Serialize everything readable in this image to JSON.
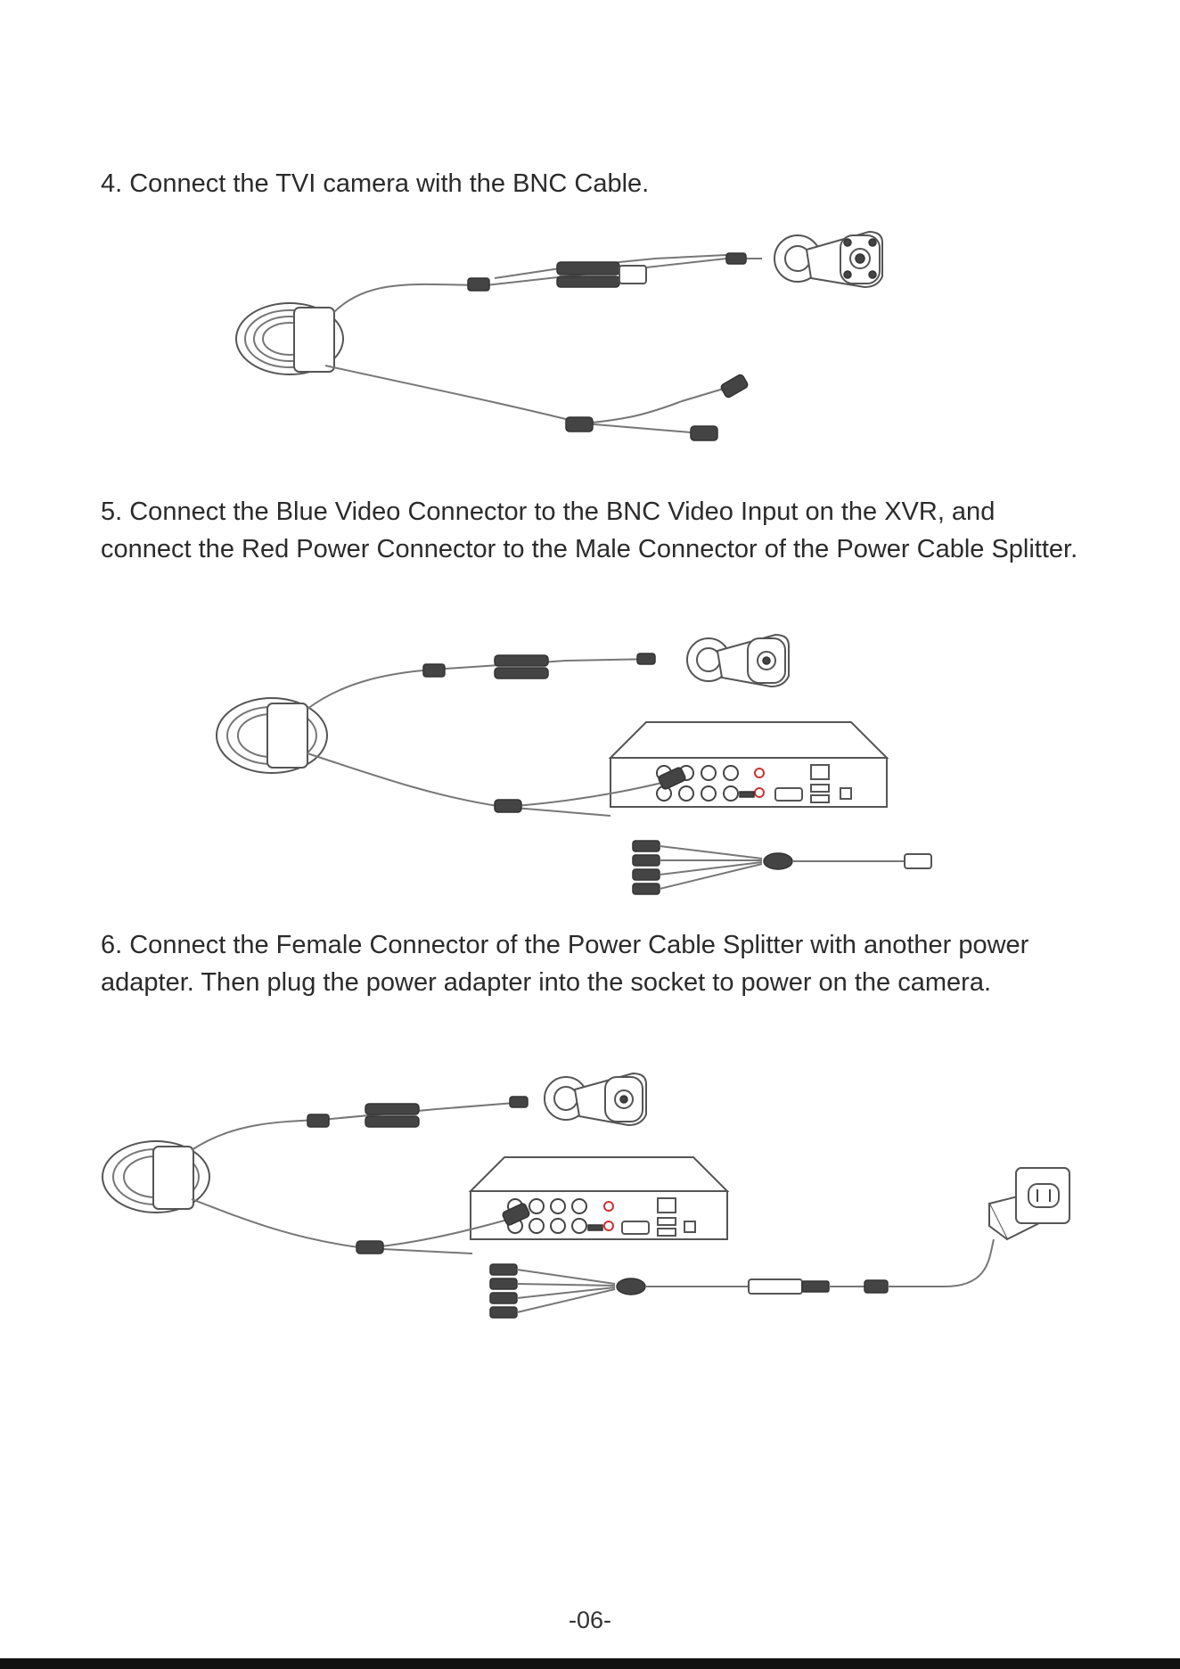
{
  "steps": [
    {
      "text": "4. Connect the TVI camera with the BNC Cable."
    },
    {
      "text": "5. Connect the Blue Video Connector to the BNC Video Input on the XVR, and connect the Red Power Connector to the Male Connector of the Power Cable Splitter."
    },
    {
      "text": "6. Connect the Female Connector of the Power Cable Splitter with another power adapter. Then plug the power adapter into the socket to power on the camera."
    }
  ],
  "page_number": "-06-"
}
